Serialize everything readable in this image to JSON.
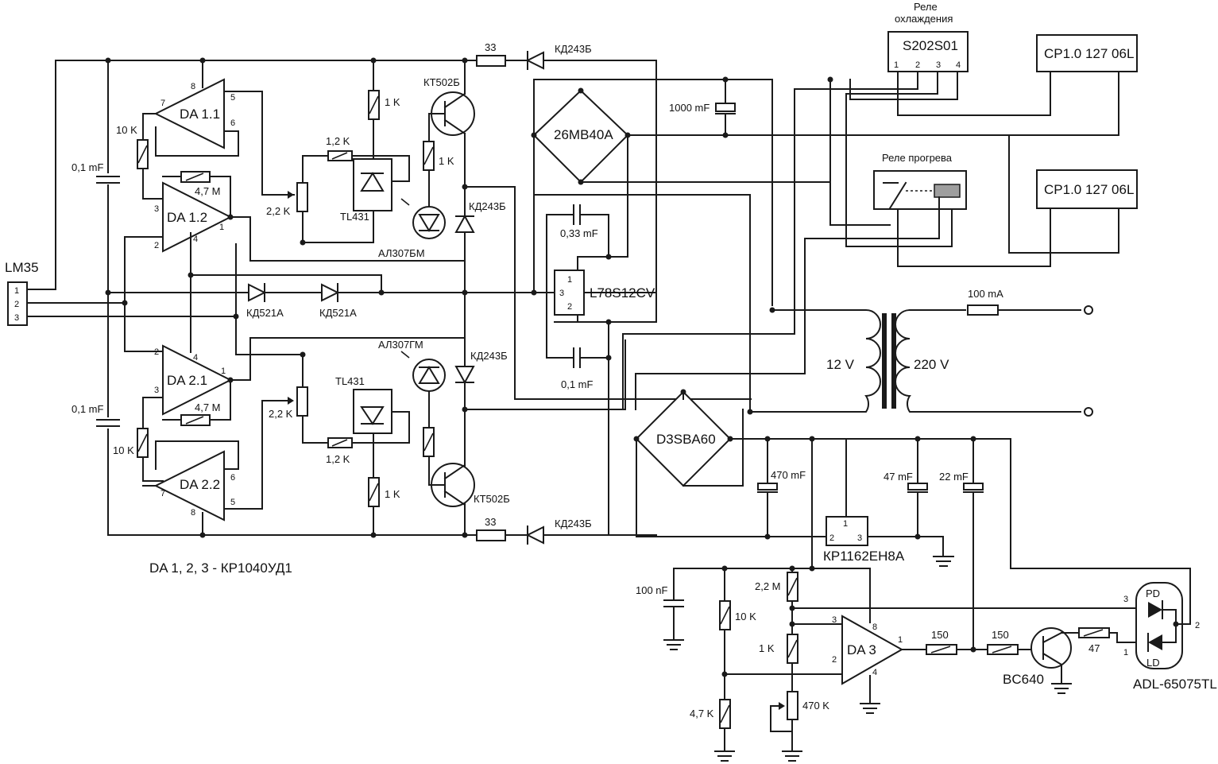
{
  "op_amps": [
    "DA 1.1",
    "DA 1.2",
    "DA 2.1",
    "DA 2.2",
    "DA 3"
  ],
  "op_amp_note": "DA 1, 2, 3 -   КР1040УД1",
  "sensor": {
    "label": "LM35",
    "pins": [
      "1",
      "2",
      "3"
    ]
  },
  "caps": {
    "c1": "0,1 mF",
    "c2": "0,1 mF",
    "c3": "0,33 mF",
    "c4": "0,1 mF",
    "c5": "1000 mF",
    "c6": "470 mF",
    "c7": "47 mF",
    "c8": "22 mF",
    "c9": "100 nF"
  },
  "resistors": {
    "r10k_a": "10 K",
    "r10k_b": "10 K",
    "r47m_a": "4,7 M",
    "r47m_b": "4,7 M",
    "r1k_a": "1 K",
    "r1k_b": "1 K",
    "r1k_c": "1 K",
    "r12k_a": "1,2 K",
    "r12k_b": "1,2 K",
    "pot22k_a": "2,2 K",
    "pot22k_b": "2,2 K",
    "r33_a": "33",
    "r33_b": "33",
    "r22m": "2,2 M",
    "r10k_c": "10 K",
    "r1k_d": "1 K",
    "pot470k": "470 K",
    "r47k": "4,7 K",
    "r150_a": "150",
    "r150_b": "150",
    "r47": "47"
  },
  "semis": {
    "tl431_a": "TL431",
    "tl431_b": "TL431",
    "led_a": "АЛ307БМ",
    "led_b": "АЛ307ГМ",
    "q_a": "КТ502Б",
    "q_b": "КТ502Б",
    "d243_a": "КД243Б",
    "d243_b": "КД243Б",
    "d243_c": "КД243Б",
    "d243_d": "КД243Б",
    "d521_a": "КД521А",
    "d521_b": "КД521А",
    "bridge_a": "26MB40A",
    "bridge_b": "D3SBA60",
    "reg": "L78S12CV",
    "reg2": "КР1162ЕН8А",
    "q_c": "BC640",
    "laser": "ADL-65075TL"
  },
  "pin_numbers": {
    "p1": "1",
    "p2": "2",
    "p3": "3",
    "p4": "4",
    "p5": "5",
    "p6": "6",
    "p7": "7",
    "p8": "8"
  },
  "relays": {
    "cool_title_1": "Реле",
    "cool_title_2": "охлаждения",
    "cool_part": "S202S01",
    "cool_pins": [
      "1",
      "2",
      "3",
      "4"
    ],
    "warm_title": "Реле прогрева",
    "fan_a": "CP1.0 127 06L",
    "fan_b": "CP1.0 127 06L"
  },
  "transformer": {
    "low": "12 V",
    "high": "220 V",
    "fuse": "100 mA"
  },
  "laser_pins": {
    "pd": "PD",
    "ld": "LD",
    "p1": "1",
    "p2": "2",
    "p3": "3"
  }
}
